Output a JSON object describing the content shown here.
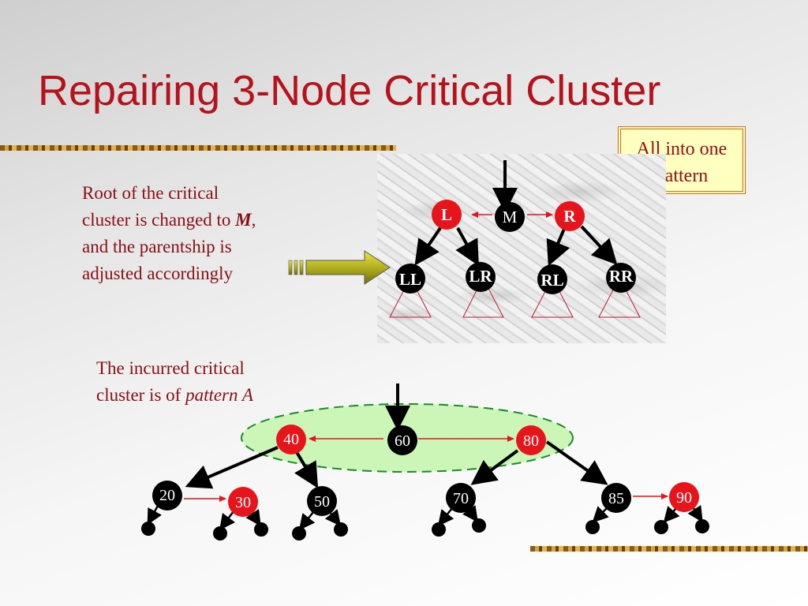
{
  "slide": {
    "title": "Repairing 3-Node Critical Cluster",
    "note": [
      "All into one",
      "pattern"
    ],
    "description_lines": [
      {
        "text": "Root of the critical",
        "emph": ""
      },
      {
        "text": "cluster is changed to ",
        "emph": "M",
        "tail": ","
      },
      {
        "text": "and the parentship is",
        "emph": ""
      },
      {
        "text": "adjusted accordingly",
        "emph": ""
      }
    ],
    "incurred_lines": [
      {
        "text": "The incurred critical",
        "emph": ""
      },
      {
        "text": "cluster is of ",
        "emph": "pattern A"
      }
    ]
  },
  "pattern_tree": {
    "nodes": [
      "L",
      "M",
      "R"
    ],
    "subtrees": [
      "LL",
      "LR",
      "RL",
      "RR"
    ],
    "colors": {
      "red": "#e8141c",
      "black": "#000000"
    }
  },
  "example_tree": {
    "cluster": [
      "40",
      "60",
      "80"
    ],
    "children": [
      "20",
      "30",
      "50",
      "70",
      "85",
      "90"
    ],
    "colors": {
      "red": "#e8141c",
      "black": "#000000",
      "cluster_fill": "#ccf5b8",
      "cluster_border": "#1f8a2e"
    }
  }
}
